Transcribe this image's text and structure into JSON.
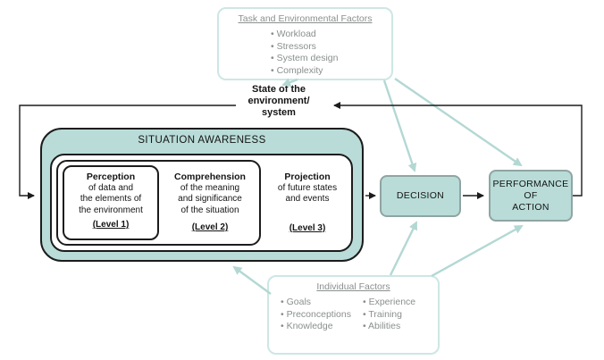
{
  "colors": {
    "teal_fill": "#b9dcd8",
    "teal_border_light": "#cde7e4",
    "teal_arrow": "#b3d8d4",
    "black": "#1c1c1c",
    "gray_text": "#8a8f8e"
  },
  "task_factors": {
    "title": "Task and Environmental Factors",
    "items": [
      "Workload",
      "Stressors",
      "System design",
      "Complexity"
    ]
  },
  "state": {
    "lines": [
      "State of the",
      "environment/",
      "system"
    ]
  },
  "sa": {
    "title": "SITUATION AWARENESS",
    "levels": [
      {
        "heading": "Perception",
        "lines": [
          "of data and",
          "the elements of",
          "the environment"
        ],
        "tag": "(Level 1)"
      },
      {
        "heading": "Comprehension",
        "lines": [
          "of the meaning",
          "and significance",
          "of the situation"
        ],
        "tag": "(Level 2)"
      },
      {
        "heading": "Projection",
        "lines": [
          "of future states",
          "and events"
        ],
        "tag": "(Level 3)"
      }
    ]
  },
  "decision": {
    "label": "DECISION"
  },
  "performance": {
    "lines": [
      "PERFORMANCE",
      "OF",
      "ACTION"
    ]
  },
  "individual": {
    "title": "Individual Factors",
    "col1": [
      "Goals",
      "Preconceptions",
      "Knowledge"
    ],
    "col2": [
      "Experience",
      "Training",
      "Abilities"
    ]
  }
}
